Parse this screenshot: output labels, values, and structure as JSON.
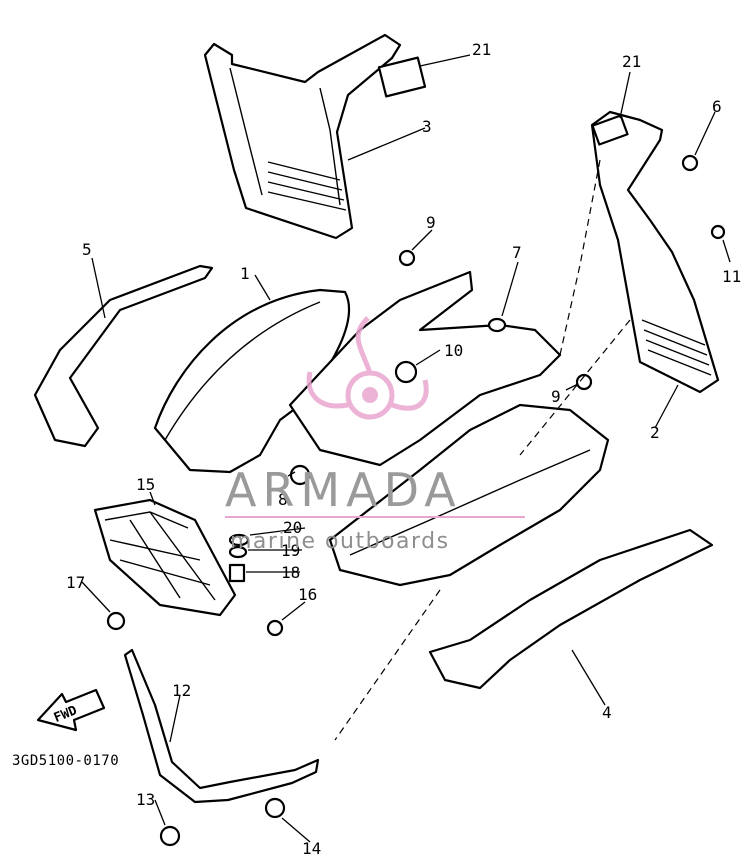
{
  "diagram": {
    "drawing_code": "3GD5100-0170",
    "direction_label": "FWD",
    "callouts": [
      "1",
      "2",
      "3",
      "4",
      "5",
      "6",
      "7",
      "8",
      "9",
      "9",
      "10",
      "11",
      "12",
      "13",
      "14",
      "15",
      "16",
      "17",
      "18",
      "19",
      "20",
      "21",
      "21"
    ]
  },
  "watermark": {
    "brand": "ARMADA",
    "tagline": "marine outboards",
    "accent_color": "#e9a6cf"
  }
}
